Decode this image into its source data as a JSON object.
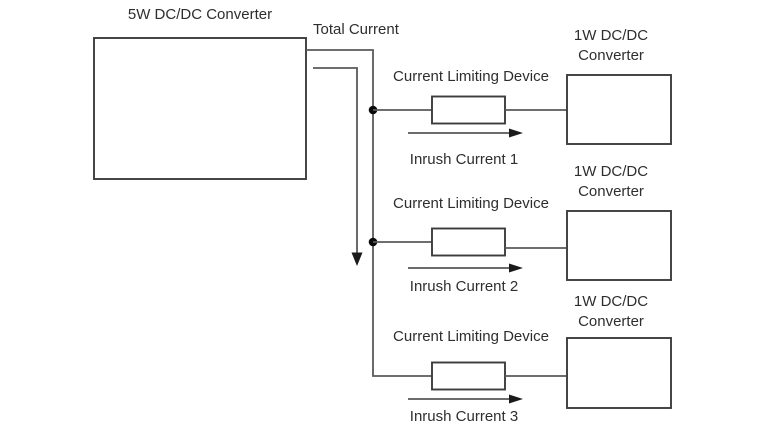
{
  "diagram": {
    "source_converter": {
      "label": "5W DC/DC Converter"
    },
    "total_current_label": "Total Current",
    "branches": [
      {
        "device_label": "Current Limiting Device",
        "inrush_label": "Inrush Current 1",
        "converter_label_line1": "1W DC/DC",
        "converter_label_line2": "Converter"
      },
      {
        "device_label": "Current Limiting Device",
        "inrush_label": "Inrush Current 2",
        "converter_label_line1": "1W DC/DC",
        "converter_label_line2": "Converter"
      },
      {
        "device_label": "Current Limiting Device",
        "inrush_label": "Inrush Current 3",
        "converter_label_line1": "1W DC/DC",
        "converter_label_line2": "Converter"
      }
    ],
    "colors": {
      "background": "#ffffff",
      "wire": "#5a5a5a",
      "box_stroke": "#3c3c3c",
      "core_bar": "#0a0a0a",
      "text": "#2e2e2e"
    }
  }
}
